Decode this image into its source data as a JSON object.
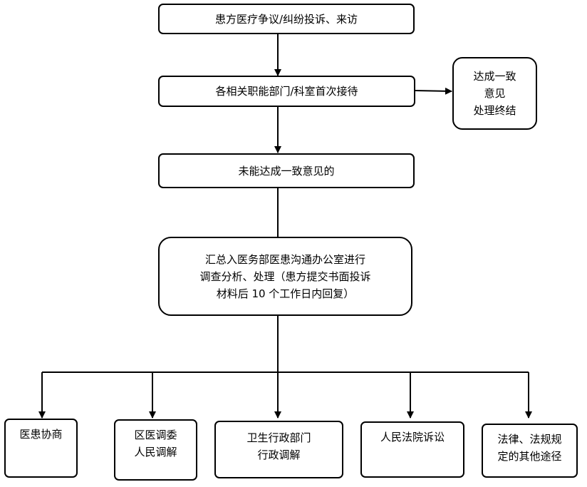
{
  "nodes": {
    "start": {
      "lines": [
        "患方医疗争议/纠纷投诉、来访"
      ]
    },
    "reception": {
      "lines": [
        "各相关职能部门/科室首次接待"
      ]
    },
    "agreed": {
      "lines": [
        "达成一致",
        "意见",
        "处理终结"
      ]
    },
    "not_agreed": {
      "lines": [
        "未能达成一致意见的"
      ]
    },
    "investigation": {
      "lines": [
        "汇总入医务部医患沟通办公室进行",
        "调查分析、处理（患方提交书面投诉",
        "材料后 10 个工作日内回复）"
      ]
    },
    "negotiation": {
      "lines": [
        "医患协商"
      ]
    },
    "mediation": {
      "lines": [
        "区医调委",
        "人民调解"
      ]
    },
    "administrative": {
      "lines": [
        "卫生行政部门",
        "行政调解"
      ]
    },
    "court": {
      "lines": [
        "人民法院诉讼"
      ]
    },
    "other_legal": {
      "lines": [
        "法律、法规规",
        "定的其他途径"
      ]
    }
  },
  "colors": {
    "stroke": "#000000",
    "fill": "#ffffff",
    "text": "#000000"
  }
}
